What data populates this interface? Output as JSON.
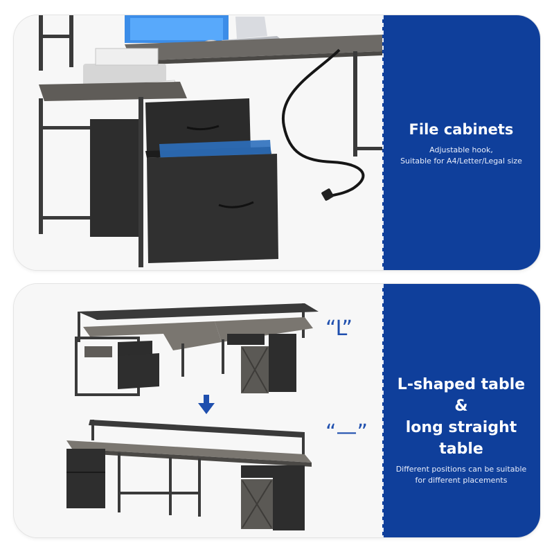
{
  "sections": [
    {
      "title": "File cabinets",
      "subtitle_lines": [
        "Adjustable hook,",
        "Suitable for A4/Letter/Legal size"
      ]
    },
    {
      "title_lines": [
        "L-shaped table &",
        "long straight table"
      ],
      "subtitle_lines": [
        "Different positions can be suitable",
        "for different placements"
      ],
      "labels": {
        "l_shape": "“L”",
        "straight": "“—”"
      }
    }
  ],
  "colors": {
    "panel_blue": "#0f3f9b",
    "label_blue": "#1f4fae",
    "desk_top": "#6d6a66",
    "frame": "#3a3a3a",
    "drawer": "#2e2e2e"
  },
  "icons": [
    "down-arrow-icon"
  ]
}
